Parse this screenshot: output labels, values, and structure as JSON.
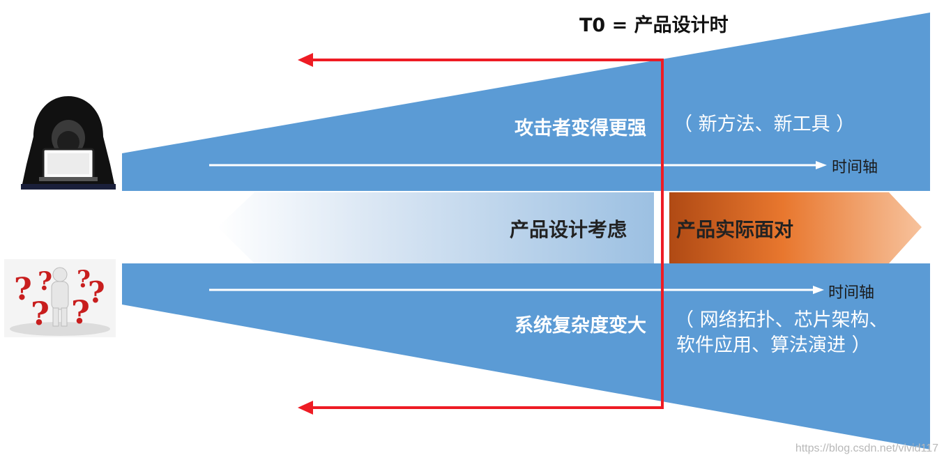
{
  "title": "T0 = 产品设计时",
  "top_band": {
    "label": "攻击者变得更强",
    "detail": "（ 新方法、新工具 ）",
    "axis_label": "时间轴"
  },
  "middle_band": {
    "left_label": "产品设计考虑",
    "right_label": "产品实际面对"
  },
  "bottom_band": {
    "label": "系统复杂度变大",
    "detail_line1": "（ 网络拓扑、芯片架构、",
    "detail_line2": "软件应用、算法演进 ）",
    "axis_label": "时间轴"
  },
  "colors": {
    "band_blue": "#5b9bd5",
    "arrow_red": "#ee1c24",
    "orange": "#e8772e"
  },
  "icons": [
    "hacker-icon",
    "question-marks-icon"
  ],
  "watermark": "https://blog.csdn.net/vivid117"
}
